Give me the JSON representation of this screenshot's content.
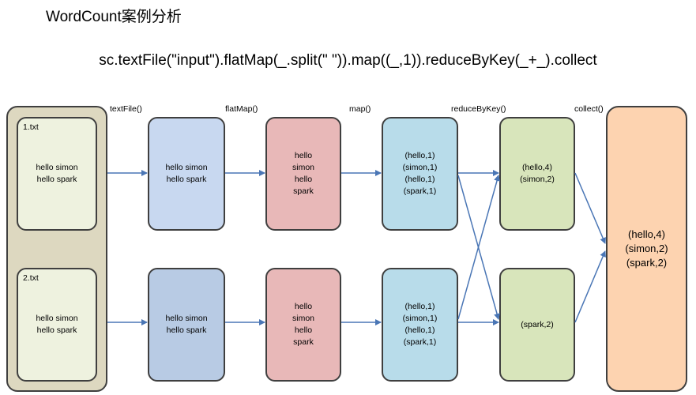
{
  "title": "WordCount案例分析",
  "code": "sc.textFile(\"input\").flatMap(_.split(\" \")).map((_,1)).reduceByKey(_+_).collect",
  "stages": [
    "textFile()",
    "flatMap()",
    "map()",
    "reduceByKey()",
    "collect()"
  ],
  "files": [
    {
      "name": "1.txt",
      "lines": [
        "hello simon",
        "hello spark"
      ]
    },
    {
      "name": "2.txt",
      "lines": [
        "hello simon",
        "hello spark"
      ]
    }
  ],
  "textfile_boxes": [
    [
      "hello simon",
      "hello spark"
    ],
    [
      "hello simon",
      "hello spark"
    ]
  ],
  "flatmap_boxes": [
    [
      "hello",
      "simon",
      "hello",
      "spark"
    ],
    [
      "hello",
      "simon",
      "hello",
      "spark"
    ]
  ],
  "map_boxes": [
    [
      "(hello,1)",
      "(simon,1)",
      "(hello,1)",
      "(spark,1)"
    ],
    [
      "(hello,1)",
      "(simon,1)",
      "(hello,1)",
      "(spark,1)"
    ]
  ],
  "reduce_boxes": [
    [
      "(hello,4)",
      "(simon,2)"
    ],
    [
      "(spark,2)"
    ]
  ],
  "collect_box": [
    "(hello,4)",
    "(simon,2)",
    "(spark,2)"
  ],
  "colors": {
    "outer": "#ddd8c0",
    "file": "#eef2df",
    "textfile": "#c8d8f0",
    "flatmap": "#e8b8b8",
    "map": "#b8dcea",
    "reduce": "#d8e5bb",
    "collect": "#fdd3b0",
    "arrow": "#4a76b5"
  }
}
